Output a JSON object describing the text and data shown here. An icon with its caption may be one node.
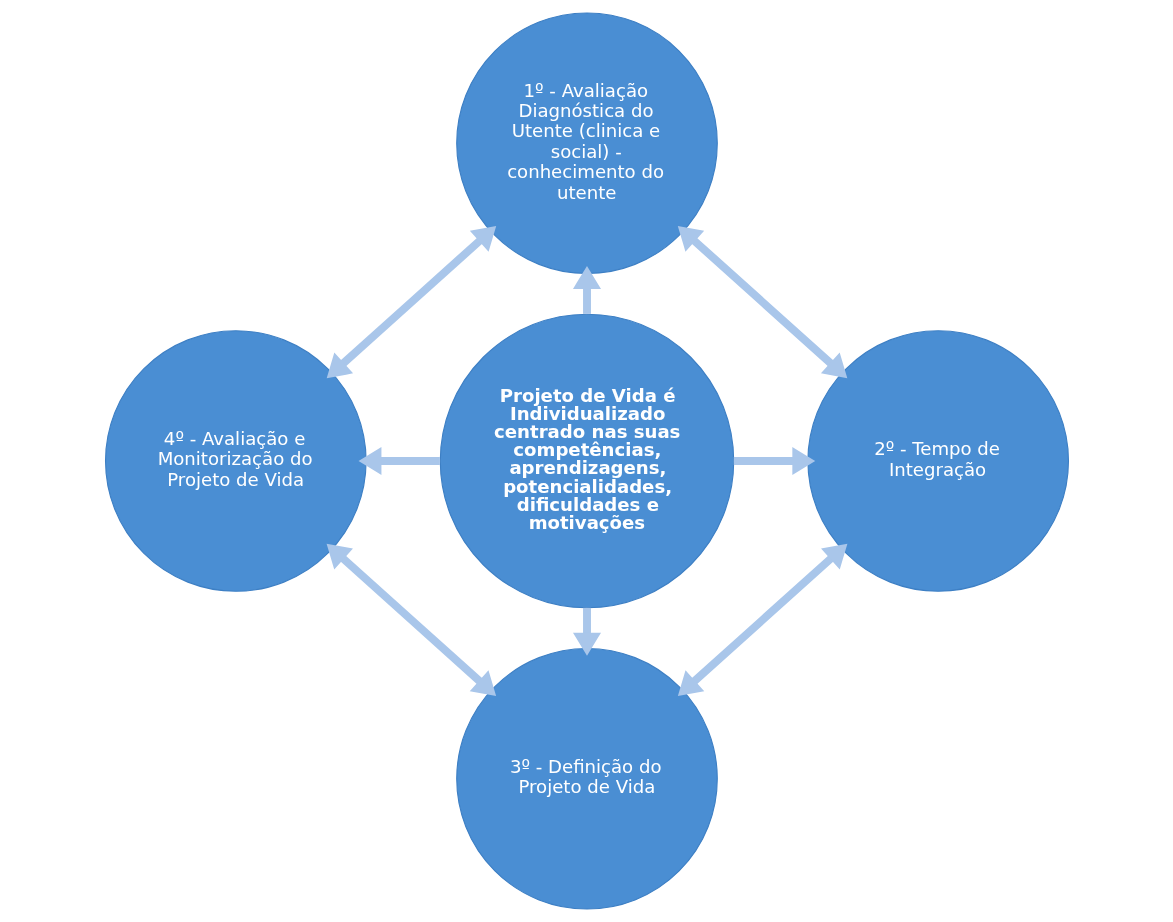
{
  "diagram": {
    "nodes": [
      {
        "text": [
          "Projeto de Vida é Individualizado centrado nas suas competências, aprendizagens, potencialidades, dificuldades e motivações"
        ]
      },
      {
        "text": [
          "1º - Avaliação Diagnóstica do Utente (clinica e social) - conhecimento do utente"
        ]
      },
      {
        "text": [
          "2º - Tempo de Integração"
        ]
      },
      {
        "text": [
          "3º - Definição do Projeto de Vida"
        ]
      },
      {
        "text": [
          "4º - Avaliação e Monitorização do Projeto de Vida"
        ]
      }
    ],
    "edges": [
      {
        "from": 0,
        "to": 1,
        "arrow": "to"
      },
      {
        "from": 0,
        "to": 2,
        "arrow": "to"
      },
      {
        "from": 0,
        "to": 3,
        "arrow": "to"
      },
      {
        "from": 0,
        "to": 4,
        "arrow": "to"
      },
      {
        "from": 4,
        "to": 1,
        "arrow": "both"
      },
      {
        "from": 1,
        "to": 2,
        "arrow": "both"
      },
      {
        "from": 2,
        "to": 3,
        "arrow": "both"
      },
      {
        "from": 3,
        "to": 4,
        "arrow": "both"
      }
    ]
  }
}
